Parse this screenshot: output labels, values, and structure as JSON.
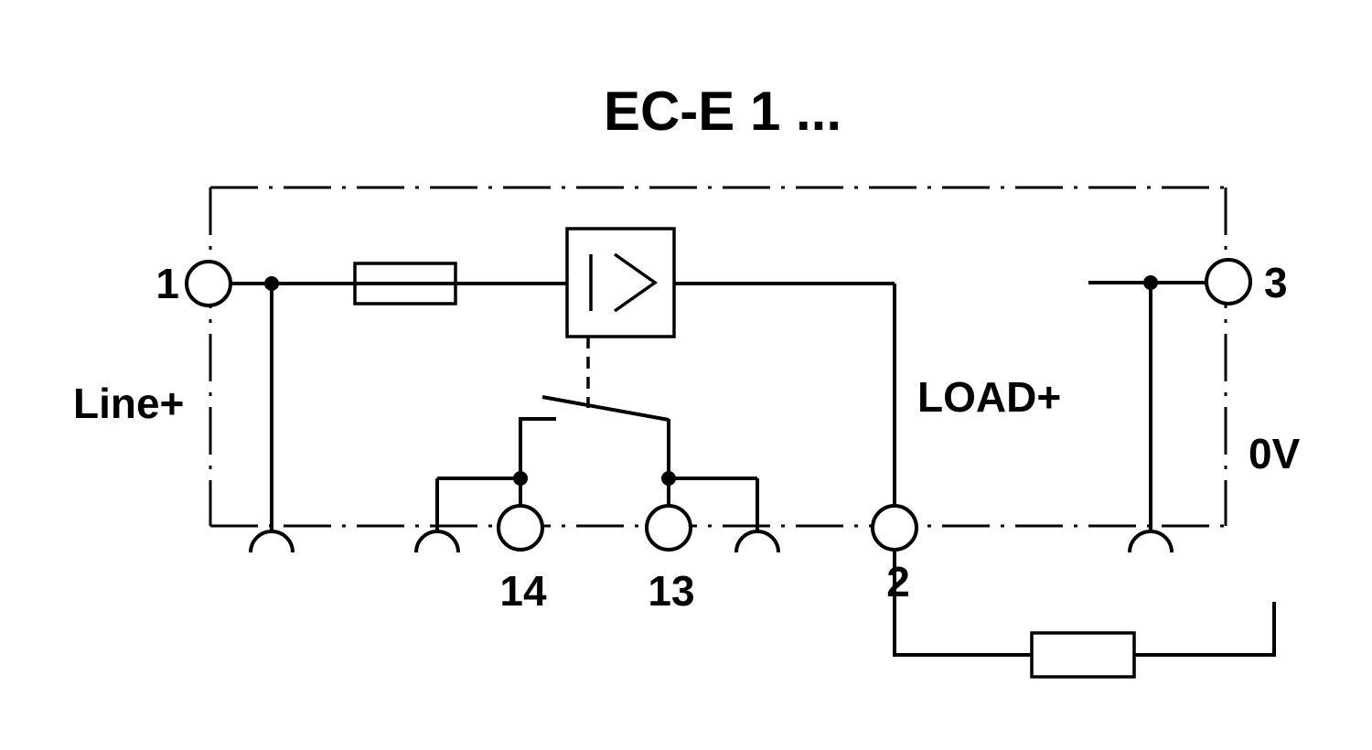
{
  "diagram": {
    "title": "EC-E 1 ...",
    "labels": {
      "terminal_1": "1",
      "terminal_2": "2",
      "terminal_3": "3",
      "terminal_13": "13",
      "terminal_14": "14",
      "line_plus": "Line+",
      "load_plus": "LOAD+",
      "zero_volt": "0V"
    },
    "colors": {
      "ink": "#000000",
      "background": "#ffffff"
    }
  }
}
